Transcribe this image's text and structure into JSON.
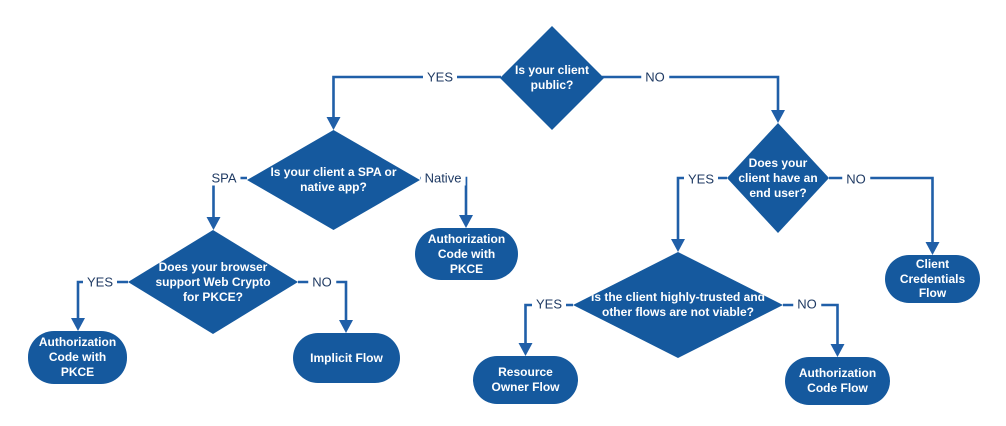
{
  "flowchart": {
    "colors": {
      "node_fill": "#15599E",
      "connector": "#205FA8",
      "node_text": "#FFFFFF",
      "label_text": "#1F3A63",
      "background": "#FFFFFF"
    },
    "decisions": [
      {
        "id": "client-public",
        "text": "Is your client public?"
      },
      {
        "id": "spa-or-native",
        "text": "Is your client a SPA or native app?"
      },
      {
        "id": "web-crypto",
        "text": "Does your browser support Web Crypto for PKCE?"
      },
      {
        "id": "end-user",
        "text": "Does your client have an end user?"
      },
      {
        "id": "highly-trusted",
        "text": "Is the client highly-trusted and other flows are not viable?"
      }
    ],
    "terminals": [
      {
        "id": "auth-code-pkce-browser",
        "text": "Authorization Code with PKCE"
      },
      {
        "id": "auth-code-pkce-native",
        "text": "Authorization Code with PKCE"
      },
      {
        "id": "implicit-flow",
        "text": "Implicit Flow"
      },
      {
        "id": "resource-owner-flow",
        "text": "Resource Owner Flow"
      },
      {
        "id": "auth-code-flow",
        "text": "Authorization Code Flow"
      },
      {
        "id": "client-credentials-flow",
        "text": "Client Credentials Flow"
      }
    ],
    "edge_labels": [
      {
        "edge": "client-public to spa-or-native",
        "text": "YES"
      },
      {
        "edge": "client-public to end-user",
        "text": "NO"
      },
      {
        "edge": "spa-or-native to web-crypto",
        "text": "SPA"
      },
      {
        "edge": "spa-or-native to auth-code-pkce-native",
        "text": "Native"
      },
      {
        "edge": "web-crypto to auth-code-pkce-browser",
        "text": "YES"
      },
      {
        "edge": "web-crypto to implicit-flow",
        "text": "NO"
      },
      {
        "edge": "end-user to highly-trusted",
        "text": "YES"
      },
      {
        "edge": "end-user to client-credentials-flow",
        "text": "NO"
      },
      {
        "edge": "highly-trusted to resource-owner-flow",
        "text": "YES"
      },
      {
        "edge": "highly-trusted to auth-code-flow",
        "text": "NO"
      }
    ]
  }
}
